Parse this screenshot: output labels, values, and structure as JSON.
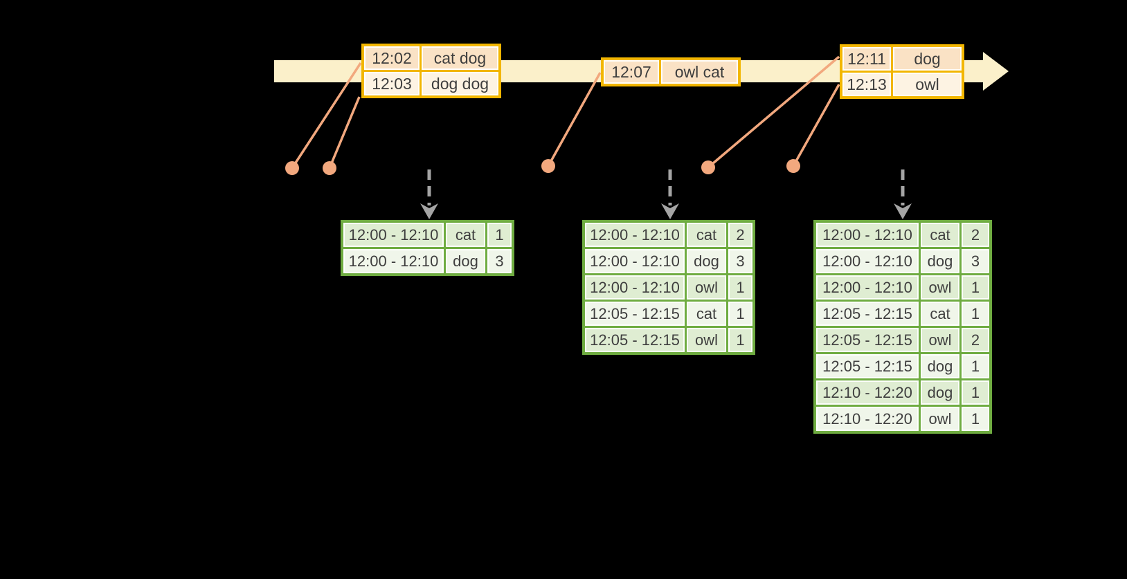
{
  "palette": {
    "background": "#000000",
    "timeline_fill": "#FBF0CA",
    "gold_border": "#F2B600",
    "event_row_dark": "#FAE2C5",
    "event_row_light": "#FDF3E3",
    "green_border": "#6FAC41",
    "result_row_dark": "#DFEDD2",
    "result_row_light": "#F0F6EA",
    "connector_orange": "#F2A87E",
    "trigger_gray": "#A5A5A5",
    "text_color": "#3E3E3E"
  },
  "graphics": {
    "timeline_arrow": "right-pointing pale yellow arrow band",
    "event_markers": "orange dots with slanted connector lines",
    "trigger_markers": "gray dashed downward arrows"
  },
  "event_tables": [
    {
      "id": "event-table-1",
      "rows": [
        {
          "time": "12:02",
          "words": "cat dog"
        },
        {
          "time": "12:03",
          "words": "dog dog"
        }
      ]
    },
    {
      "id": "event-table-2",
      "rows": [
        {
          "time": "12:07",
          "words": "owl cat"
        }
      ]
    },
    {
      "id": "event-table-3",
      "rows": [
        {
          "time": "12:11",
          "words": "dog"
        },
        {
          "time": "12:13",
          "words": "owl"
        }
      ]
    }
  ],
  "result_tables": [
    {
      "id": "result-table-1",
      "rows": [
        {
          "window": "12:00 - 12:10",
          "word": "cat",
          "count": "1"
        },
        {
          "window": "12:00 - 12:10",
          "word": "dog",
          "count": "3"
        }
      ]
    },
    {
      "id": "result-table-2",
      "rows": [
        {
          "window": "12:00 - 12:10",
          "word": "cat",
          "count": "2"
        },
        {
          "window": "12:00 - 12:10",
          "word": "dog",
          "count": "3"
        },
        {
          "window": "12:00 - 12:10",
          "word": "owl",
          "count": "1"
        },
        {
          "window": "12:05 - 12:15",
          "word": "cat",
          "count": "1"
        },
        {
          "window": "12:05 - 12:15",
          "word": "owl",
          "count": "1"
        }
      ]
    },
    {
      "id": "result-table-3",
      "rows": [
        {
          "window": "12:00 - 12:10",
          "word": "cat",
          "count": "2"
        },
        {
          "window": "12:00 - 12:10",
          "word": "dog",
          "count": "3"
        },
        {
          "window": "12:00 - 12:10",
          "word": "owl",
          "count": "1"
        },
        {
          "window": "12:05 - 12:15",
          "word": "cat",
          "count": "1"
        },
        {
          "window": "12:05 - 12:15",
          "word": "owl",
          "count": "2"
        },
        {
          "window": "12:05 - 12:15",
          "word": "dog",
          "count": "1"
        },
        {
          "window": "12:10 - 12:20",
          "word": "dog",
          "count": "1"
        },
        {
          "window": "12:10 - 12:20",
          "word": "owl",
          "count": "1"
        }
      ]
    }
  ]
}
